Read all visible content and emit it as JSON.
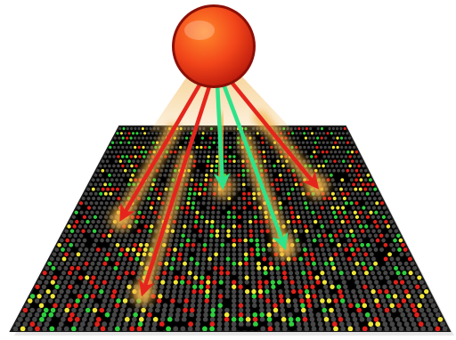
{
  "colors": {
    "background": "#ffffff",
    "chip": "#000000",
    "chip_edge": "#1a1a1a",
    "spot_off": "#474747",
    "spot_red": "#e0211b",
    "spot_green": "#2fcf3f",
    "spot_yellow": "#f0e63a",
    "sphere_light": "#ff8a2a",
    "sphere_mid": "#f2451a",
    "sphere_dark": "#b8170c",
    "beam": "#f3c06a",
    "arrow_red": "#e5251d",
    "arrow_green": "#2ee38a",
    "glow": "#f0b24a"
  },
  "scene": {
    "source": "red-sphere",
    "target": "microarray-chip",
    "arrows": [
      {
        "color": "red"
      },
      {
        "color": "red"
      },
      {
        "color": "green"
      },
      {
        "color": "green"
      },
      {
        "color": "red"
      }
    ]
  }
}
